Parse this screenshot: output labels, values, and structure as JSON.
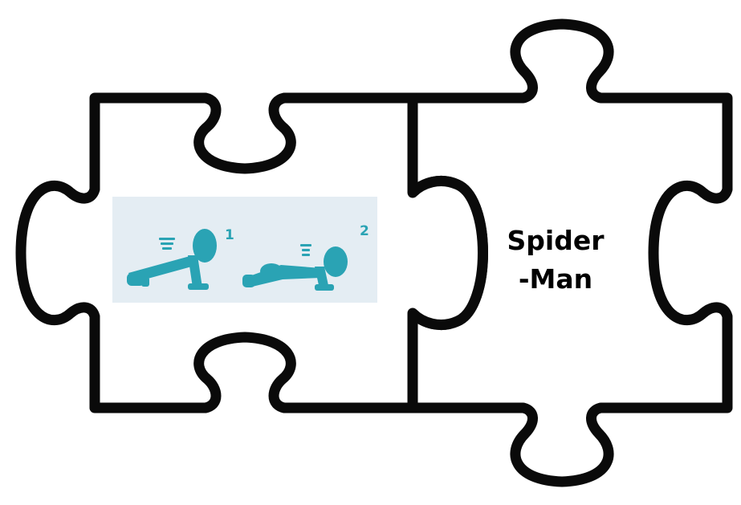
{
  "left_piece": {
    "image": {
      "description_icon": "push-up-exercise-illustration",
      "steps": [
        "1",
        "2"
      ],
      "background": "#e4edf3",
      "figure_color": "#2aa3b4"
    }
  },
  "right_piece": {
    "label_line1": "Spider",
    "label_line2": "-Man"
  },
  "colors": {
    "outline": "#0a0a0a",
    "background": "#ffffff"
  }
}
